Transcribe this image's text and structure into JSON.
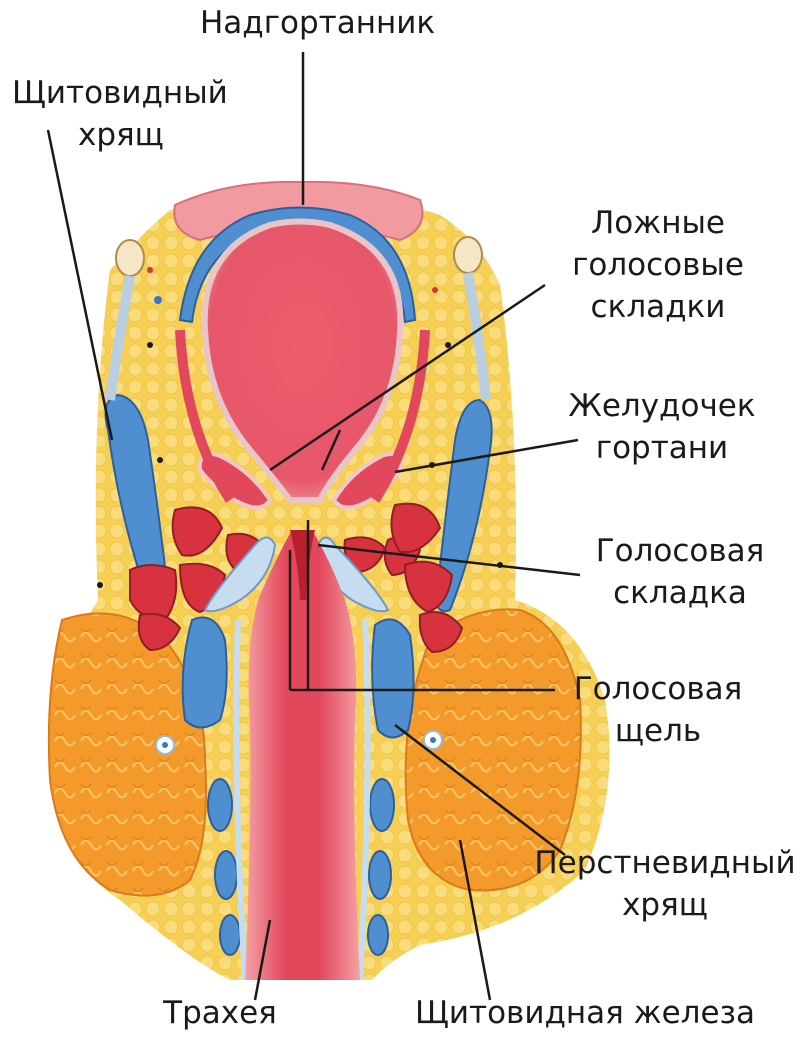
{
  "labels": {
    "epiglottis": [
      "Надгортанник"
    ],
    "thyroid_cartilage": [
      "Щитовидный",
      "хрящ"
    ],
    "false_vocal_folds": [
      "Ложные",
      "голосовые",
      "складки"
    ],
    "laryngeal_ventricle": [
      "Желудочек",
      "гортани"
    ],
    "vocal_fold": [
      "Голосовая",
      "складка"
    ],
    "glottis": [
      "Голосовая",
      "щель"
    ],
    "cricoid_cartilage": [
      "Перстневидный",
      "хрящ"
    ],
    "trachea": [
      "Трахея"
    ],
    "thyroid_gland": [
      "Щитовидная железа"
    ]
  },
  "colors": {
    "fat": "#f6cf55",
    "fat_light": "#fbe9a6",
    "cartilage": "#4f8fcf",
    "cartilage_dark": "#2b5f9d",
    "mucosa": "#e85a6e",
    "mucosa_light": "#f5a3a8",
    "muscle": "#d9323f",
    "gland": "#f39a2b",
    "gland_light": "#f8c66c",
    "leader": "#1a1a1a"
  }
}
